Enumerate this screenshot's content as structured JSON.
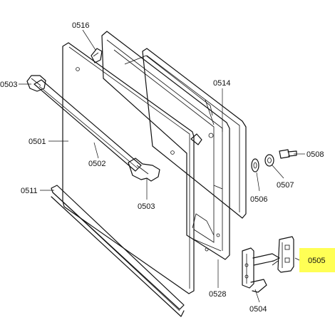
{
  "diagram": {
    "highlight_color": "#ffff55",
    "labels": {
      "p0516": "0516",
      "p0503a": "0503",
      "p0514": "0514",
      "p0501": "0501",
      "p0502": "0502",
      "p0508": "0508",
      "p0511": "0511",
      "p0503b": "0503",
      "p0506": "0506",
      "p0507": "0507",
      "p0505": "0505",
      "p0528": "0528",
      "p0504": "0504"
    }
  }
}
